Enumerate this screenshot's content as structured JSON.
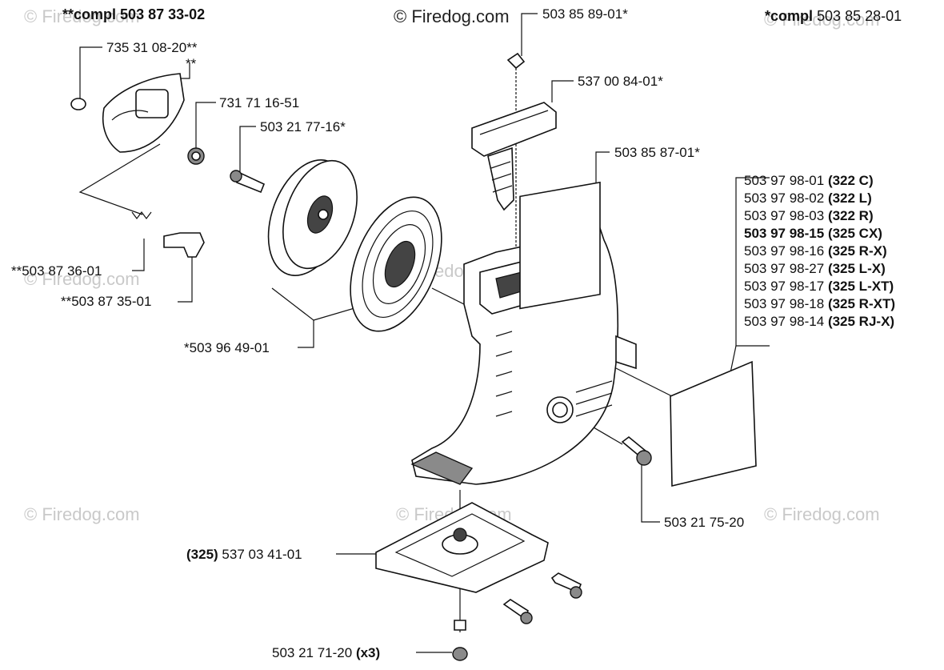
{
  "watermark_text": "© Firedog.com",
  "copyright_text": "© Firedog.com",
  "assemblies": {
    "left_prefix": "**compl",
    "left_number": "503 87 33-02",
    "right_prefix": "*compl",
    "right_number": "503 85 28-01"
  },
  "labels": {
    "p_735_31_08_20": "735 31 08-20**",
    "p_double_star": "**",
    "p_731_71_16_51": "731 71 16-51",
    "p_503_21_77_16": "503 21 77-16*",
    "p_503_87_36_01": "**503 87 36-01",
    "p_503_87_35_01": "**503 87 35-01",
    "p_503_96_49_01": "*503 96 49-01",
    "p_503_85_89_01": "503 85 89-01*",
    "p_537_00_84_01": "537 00 84-01*",
    "p_503_85_87_01": "503 85 87-01*",
    "p_503_21_75_20": "503 21 75-20",
    "p_325_prefix": "(325)",
    "p_537_03_41_01": "537 03 41-01",
    "p_503_21_71_20": "503 21 71-20",
    "p_x3": "(x3)"
  },
  "model_list": [
    {
      "number": "503 97 98-01",
      "model": "(322 C)",
      "bold_number": false
    },
    {
      "number": "503 97 98-02",
      "model": "(322 L)",
      "bold_number": false
    },
    {
      "number": "503 97 98-03",
      "model": "(322 R)",
      "bold_number": false
    },
    {
      "number": "503 97 98-15",
      "model": "(325 CX)",
      "bold_number": true
    },
    {
      "number": "503 97 98-16",
      "model": "(325 R-X)",
      "bold_number": false
    },
    {
      "number": "503 97 98-27",
      "model": "(325 L-X)",
      "bold_number": false
    },
    {
      "number": "503 97 98-17",
      "model": "(325 L-XT)",
      "bold_number": false
    },
    {
      "number": "503 97 98-18",
      "model": "(325 R-XT)",
      "bold_number": false
    },
    {
      "number": "503 97 98-14",
      "model": "(325 RJ-X)",
      "bold_number": false
    }
  ]
}
